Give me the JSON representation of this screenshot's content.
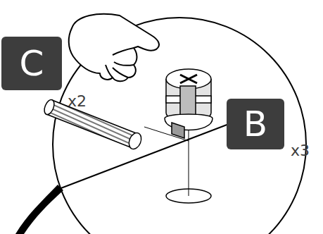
{
  "diagram": {
    "nodes": [
      {
        "text": [
          "C"
        ]
      },
      {
        "text": [
          "B"
        ]
      }
    ],
    "labels": [
      "x2",
      "x3"
    ]
  }
}
